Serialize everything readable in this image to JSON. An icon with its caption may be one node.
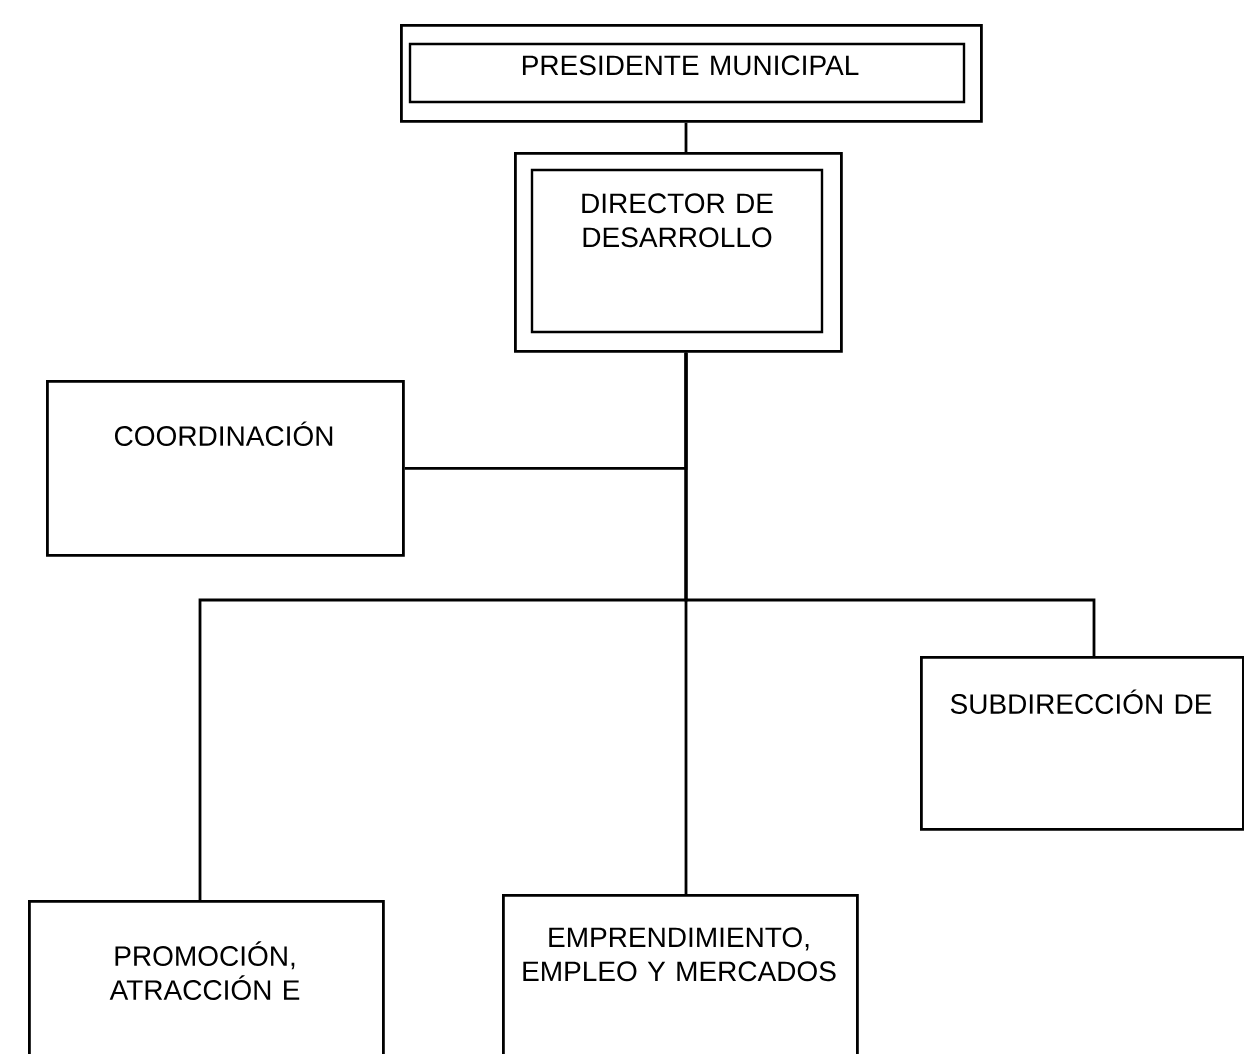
{
  "diagram": {
    "nodes": [
      {
        "text": [
          "PRESIDENTE MUNICIPAL"
        ]
      },
      {
        "text": [
          "DIRECTOR DE DESARROLLO"
        ]
      },
      {
        "text": [
          "COORDINACIÓN"
        ]
      },
      {
        "text": [
          "SUBDIRECCIÓN DE"
        ]
      },
      {
        "text": [
          "PROMOCIÓN, ATRACCIÓN E"
        ]
      },
      {
        "text": [
          "EMPRENDIMIENTO, EMPLEO Y MERCADOS"
        ]
      }
    ],
    "edges": [
      {
        "from": 0,
        "to": 1,
        "arrow": "none"
      },
      {
        "from": 1,
        "to": 2,
        "arrow": "none"
      },
      {
        "from": 1,
        "to": 3,
        "arrow": "none"
      },
      {
        "from": 1,
        "to": 4,
        "arrow": "none"
      },
      {
        "from": 1,
        "to": 5,
        "arrow": "none"
      }
    ]
  }
}
